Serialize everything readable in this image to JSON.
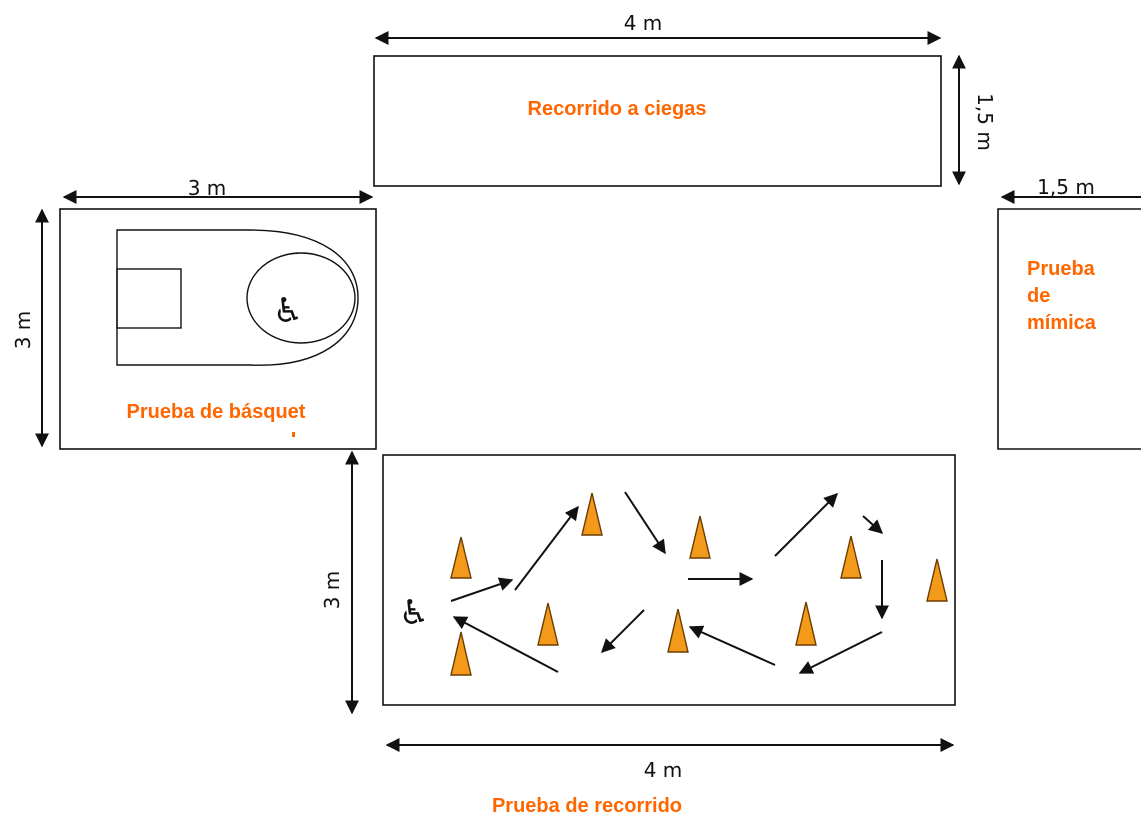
{
  "zones": {
    "blind_walk": {
      "label": "Recorrido a ciegas",
      "width": "4 m",
      "height": "1,5 m"
    },
    "basketball": {
      "label": "Prueba de básquet",
      "width": "3 m",
      "height": "3 m"
    },
    "mime": {
      "label_lines": [
        "Prueba",
        "de",
        "mímica"
      ],
      "width": "1,5 m"
    },
    "course": {
      "label": "Prueba de recorrido",
      "width": "4 m",
      "height": "3 m"
    }
  },
  "icons": {
    "wheelchair": "♿",
    "cone": "traffic-cone-icon",
    "arrow": "arrow-icon"
  },
  "colors": {
    "label": "#ff6600",
    "cone": "#f39a1b",
    "line": "#111111"
  }
}
